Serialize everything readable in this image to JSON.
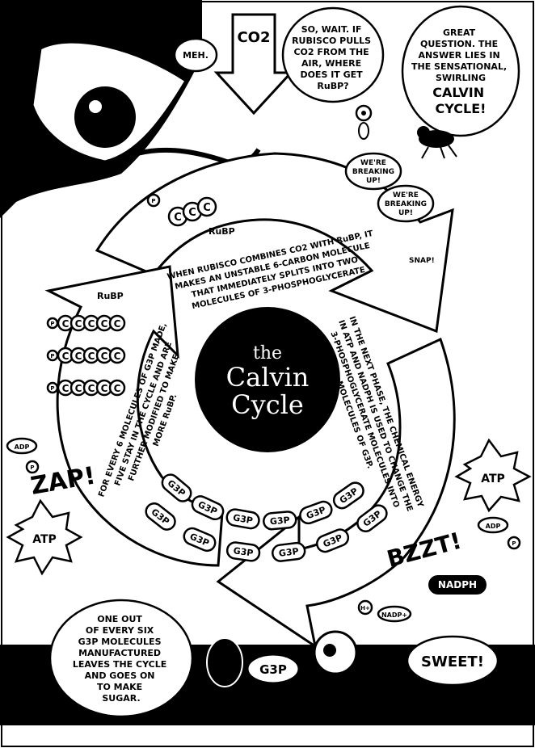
{
  "title": {
    "line1": "the",
    "line2": "Calvin",
    "line3": "Cycle"
  },
  "bubbles": {
    "meh": "MEH.",
    "question": [
      "SO, WAIT. IF",
      "RUBISCO PULLS",
      "CO2 FROM THE",
      "AIR, WHERE",
      "DOES IT GET",
      "RuBP?"
    ],
    "answer": [
      "GREAT",
      "QUESTION. THE",
      "ANSWER LIES IN",
      "THE SENSATIONAL,",
      "SWIRLING"
    ],
    "answer_emphasis": [
      "CALVIN",
      "CYCLE!"
    ],
    "breaking1": [
      "WE'RE",
      "BREAKING",
      "UP!"
    ],
    "breaking2": [
      "WE'RE",
      "BREAKING",
      "UP!"
    ],
    "one_of_six": [
      "ONE OUT",
      "OF EVERY SIX",
      "G3P MOLECULES",
      "MANUFACTURED",
      "LEAVES THE CYCLE",
      "AND GOES ON",
      "TO MAKE",
      "SUGAR."
    ],
    "sweet": "SWEET!"
  },
  "captions": {
    "phase1": [
      "WHEN RUBISCO COMBINES CO2 WITH RuBP, IT",
      "MAKES AN UNSTABLE 6-CARBON MOLECULE",
      "THAT IMMEDIATELY SPLITS INTO TWO",
      "MOLECULES OF 3-PHOSPHOGLYCERATE"
    ],
    "phase2": [
      "IN THE NEXT PHASE, THE CHEMICAL ENERGY",
      "IN ATP AND NADPH IS USED TO CHANGE THE",
      "3-PHOSPHOGLYCERATE MOLECULES INTO",
      "MOLECULES OF G3P."
    ],
    "phase3": [
      "FOR EVERY 6 MOLECULES OF G3P MADE,",
      "FIVE STAY IN THE CYCLE AND ARE",
      "FURTHER MODIFIED TO MAKE",
      "MORE RuBP."
    ]
  },
  "labels": {
    "co2": "CO2",
    "rubp_top": "RuBP",
    "rubp_left": "RuBP",
    "snap": "SNAP!",
    "zap": "ZAP!",
    "bzzt": "BZZT!",
    "atp_left": "ATP",
    "atp_right": "ATP",
    "adp_left": "ADP",
    "adp_right": "ADP",
    "p": "P",
    "nadph": "NADPH",
    "nadp": "NADP+",
    "h": "H+",
    "g3p": "G3P",
    "carbon": "C"
  },
  "colors": {
    "ink": "#000000",
    "paper": "#ffffff"
  }
}
